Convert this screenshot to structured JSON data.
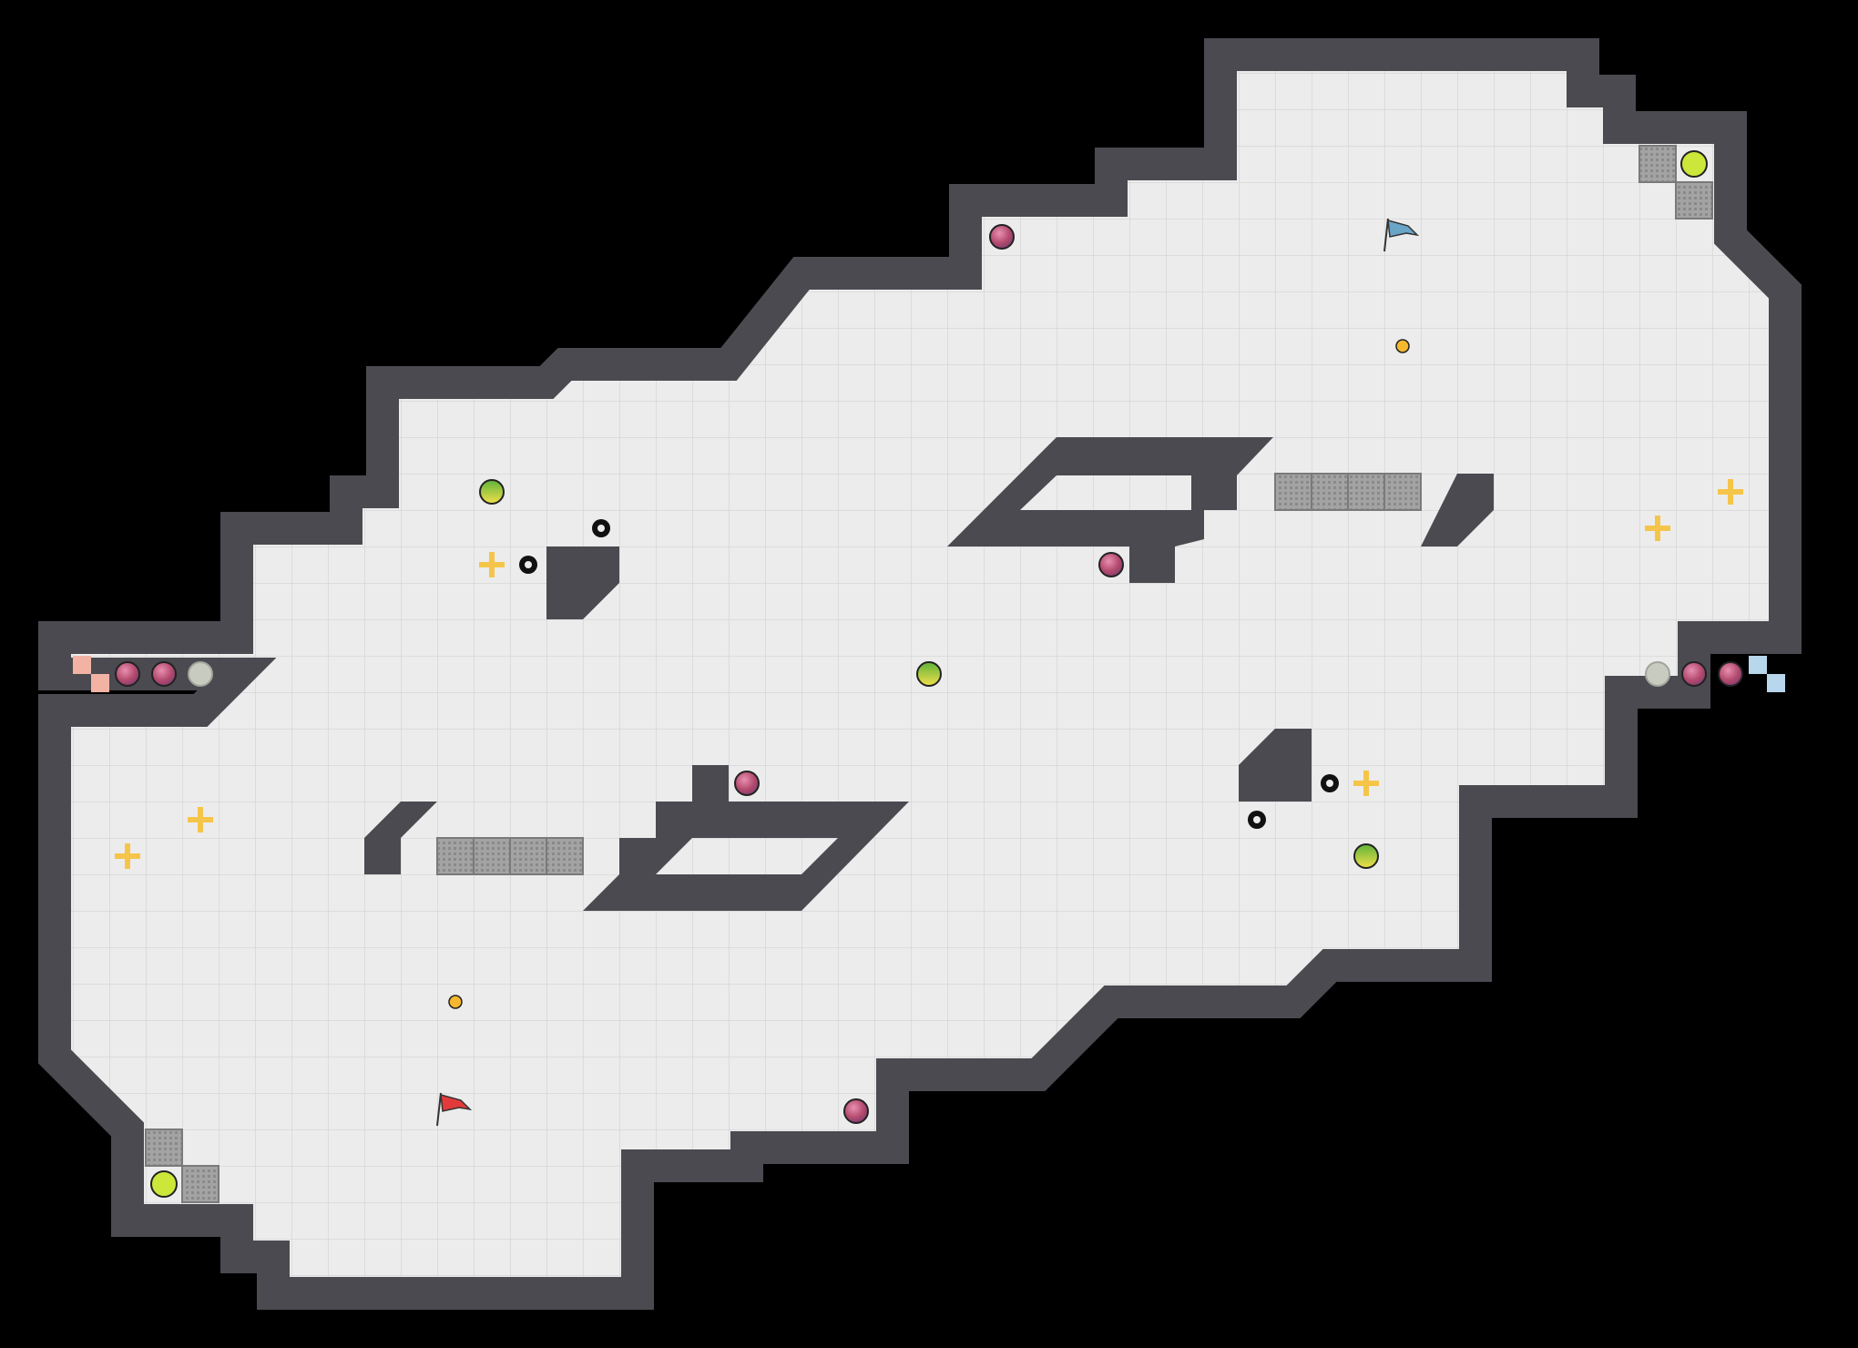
{
  "game": {
    "map": {
      "background": "#000000",
      "floor_color": "#ececec",
      "grid_line_color": "#d6d6d8",
      "wall_color": "#4a4a50",
      "wall_dark_color": "#2e2e33"
    },
    "bases": [
      {
        "team": "red",
        "color": "#f2b3a4",
        "name": "red-base-tile"
      },
      {
        "team": "blue",
        "color": "#b8d6ec",
        "name": "blue-base-tile"
      }
    ],
    "flags": [
      {
        "team": "red",
        "color": "#e23a3a",
        "pole": "#333333",
        "name": "red-flag-icon"
      },
      {
        "team": "blue",
        "color": "#6aa5c8",
        "pole": "#333333",
        "name": "blue-flag-icon"
      }
    ],
    "icons": {
      "bomb": "bomb-icon",
      "boost": "boost-icon",
      "powerup": "powerup-icon",
      "spike": "spike-icon",
      "portal": "portal-icon",
      "neutral_gate": "gate-icon",
      "marker": "marker-icon",
      "mine": "mine-icon"
    },
    "colors": {
      "bomb": "#b44b6e",
      "boost_green": "#5fb33a",
      "boost_yellow": "#f1e04a",
      "powerup": "#f5c54a",
      "portal": "#cce63a",
      "spike": "#111111",
      "gate": "#9e9e9e",
      "marker": "#f5b82e",
      "mine": "#c8ccc0"
    }
  }
}
